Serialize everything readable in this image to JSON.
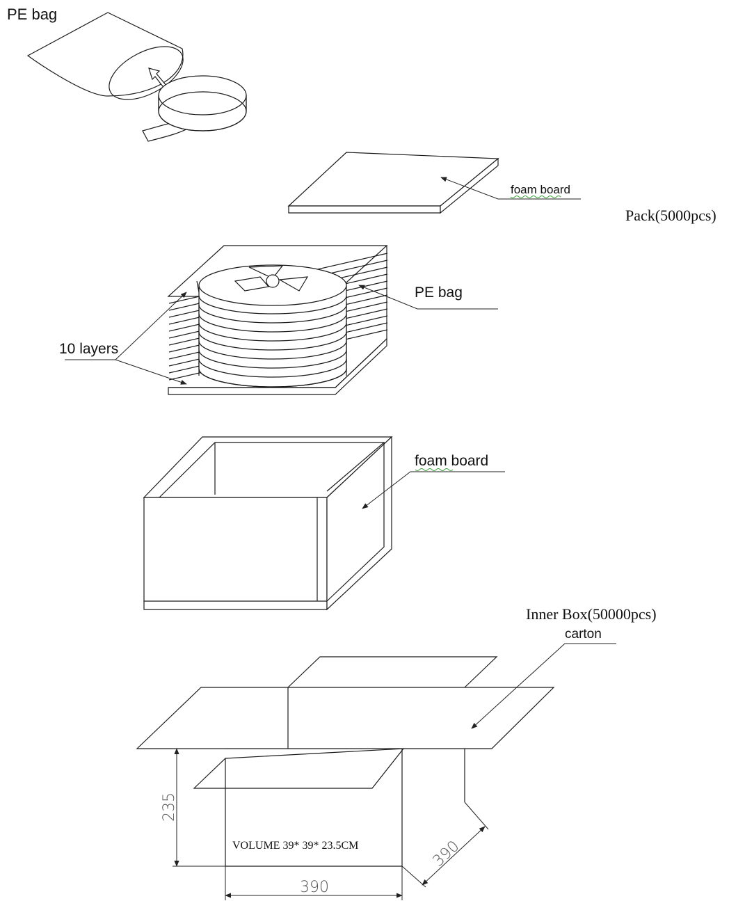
{
  "labels": {
    "pe_bag_top": "PE bag",
    "foam_board_top": "foam board",
    "pack": "Pack(5000pcs)",
    "pe_bag_stack": "PE bag",
    "ten_layers": "10 layers",
    "foam_board_box": "foam board",
    "inner_box": "Inner Box(50000pcs)",
    "carton": "carton",
    "volume": "VOLUME 39* 39* 23.5CM"
  },
  "dimensions": {
    "height": "235",
    "width": "390",
    "depth": "390"
  }
}
